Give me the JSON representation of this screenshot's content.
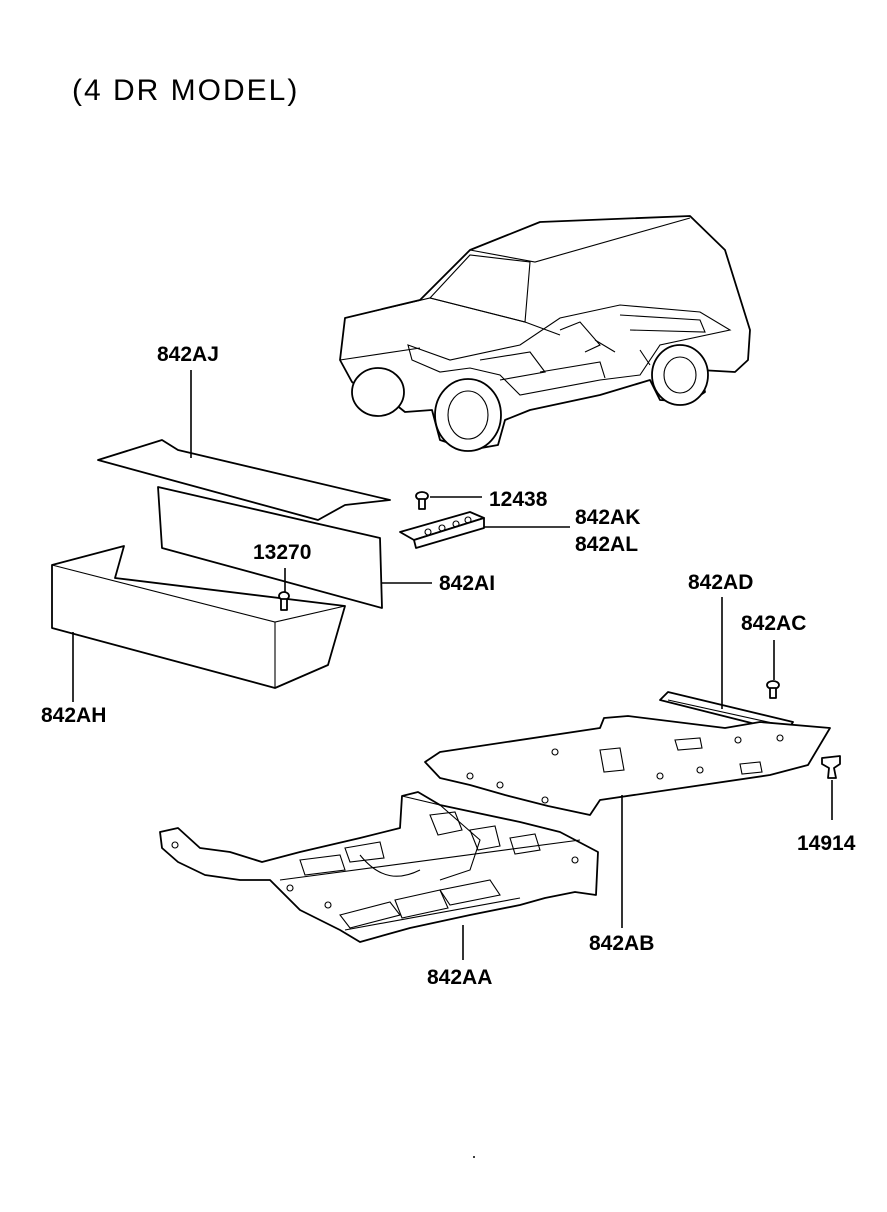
{
  "diagram": {
    "title": "(4 DR MODEL)",
    "callouts": {
      "p842AJ": "842AJ",
      "p12438": "12438",
      "p842AK": "842AK",
      "p842AL": "842AL",
      "p13270": "13270",
      "p842AI": "842AI",
      "p842AD": "842AD",
      "p842AC": "842AC",
      "p842AH": "842AH",
      "p14914": "14914",
      "p842AB": "842AB",
      "p842AA": "842AA"
    },
    "parts": [
      {
        "id": "842AJ",
        "kind": "trunk-top-panel"
      },
      {
        "id": "842AI",
        "kind": "rear-board"
      },
      {
        "id": "842AH",
        "kind": "luggage-tray"
      },
      {
        "id": "842AK",
        "kind": "bracket"
      },
      {
        "id": "842AL",
        "kind": "bracket"
      },
      {
        "id": "12438",
        "kind": "screw"
      },
      {
        "id": "13270",
        "kind": "screw"
      },
      {
        "id": "842AD",
        "kind": "scuff-plate"
      },
      {
        "id": "842AC",
        "kind": "screw"
      },
      {
        "id": "14914",
        "kind": "clip"
      },
      {
        "id": "842AB",
        "kind": "rear-floor-carpet"
      },
      {
        "id": "842AA",
        "kind": "front-floor-carpet"
      }
    ]
  }
}
